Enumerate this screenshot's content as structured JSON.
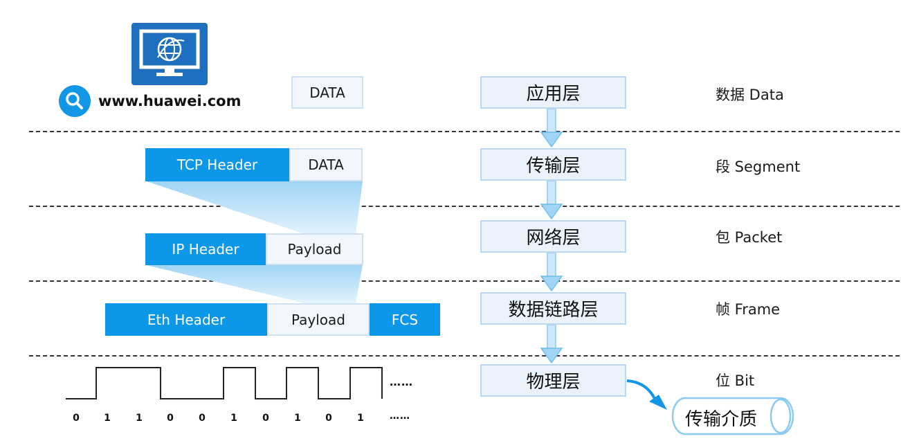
{
  "url": "www.huawei.com",
  "layers": [
    "应用层",
    "传输层",
    "网络层",
    "数据链路层",
    "物理层"
  ],
  "pdus": [
    "数据 Data",
    "段 Segment",
    "包 Packet",
    "帧 Frame",
    "位 Bit"
  ],
  "app_row": {
    "data": "DATA"
  },
  "transport_row": {
    "header": "TCP Header",
    "data": "DATA"
  },
  "network_row": {
    "header": "IP Header",
    "payload": "Payload"
  },
  "datalink_row": {
    "header": "Eth Header",
    "payload": "Payload",
    "trailer": "FCS"
  },
  "bits": [
    "0",
    "1",
    "1",
    "0",
    "0",
    "1",
    "0",
    "1",
    "0",
    "1"
  ],
  "ellipsis": "……",
  "medium": "传输介质",
  "colors": {
    "accent_blue": "#0d97e8",
    "light_fill": "#eaf3fc",
    "arrow_blue": "#7ec4f0"
  },
  "icons": [
    "monitor-globe-icon",
    "search-icon"
  ]
}
